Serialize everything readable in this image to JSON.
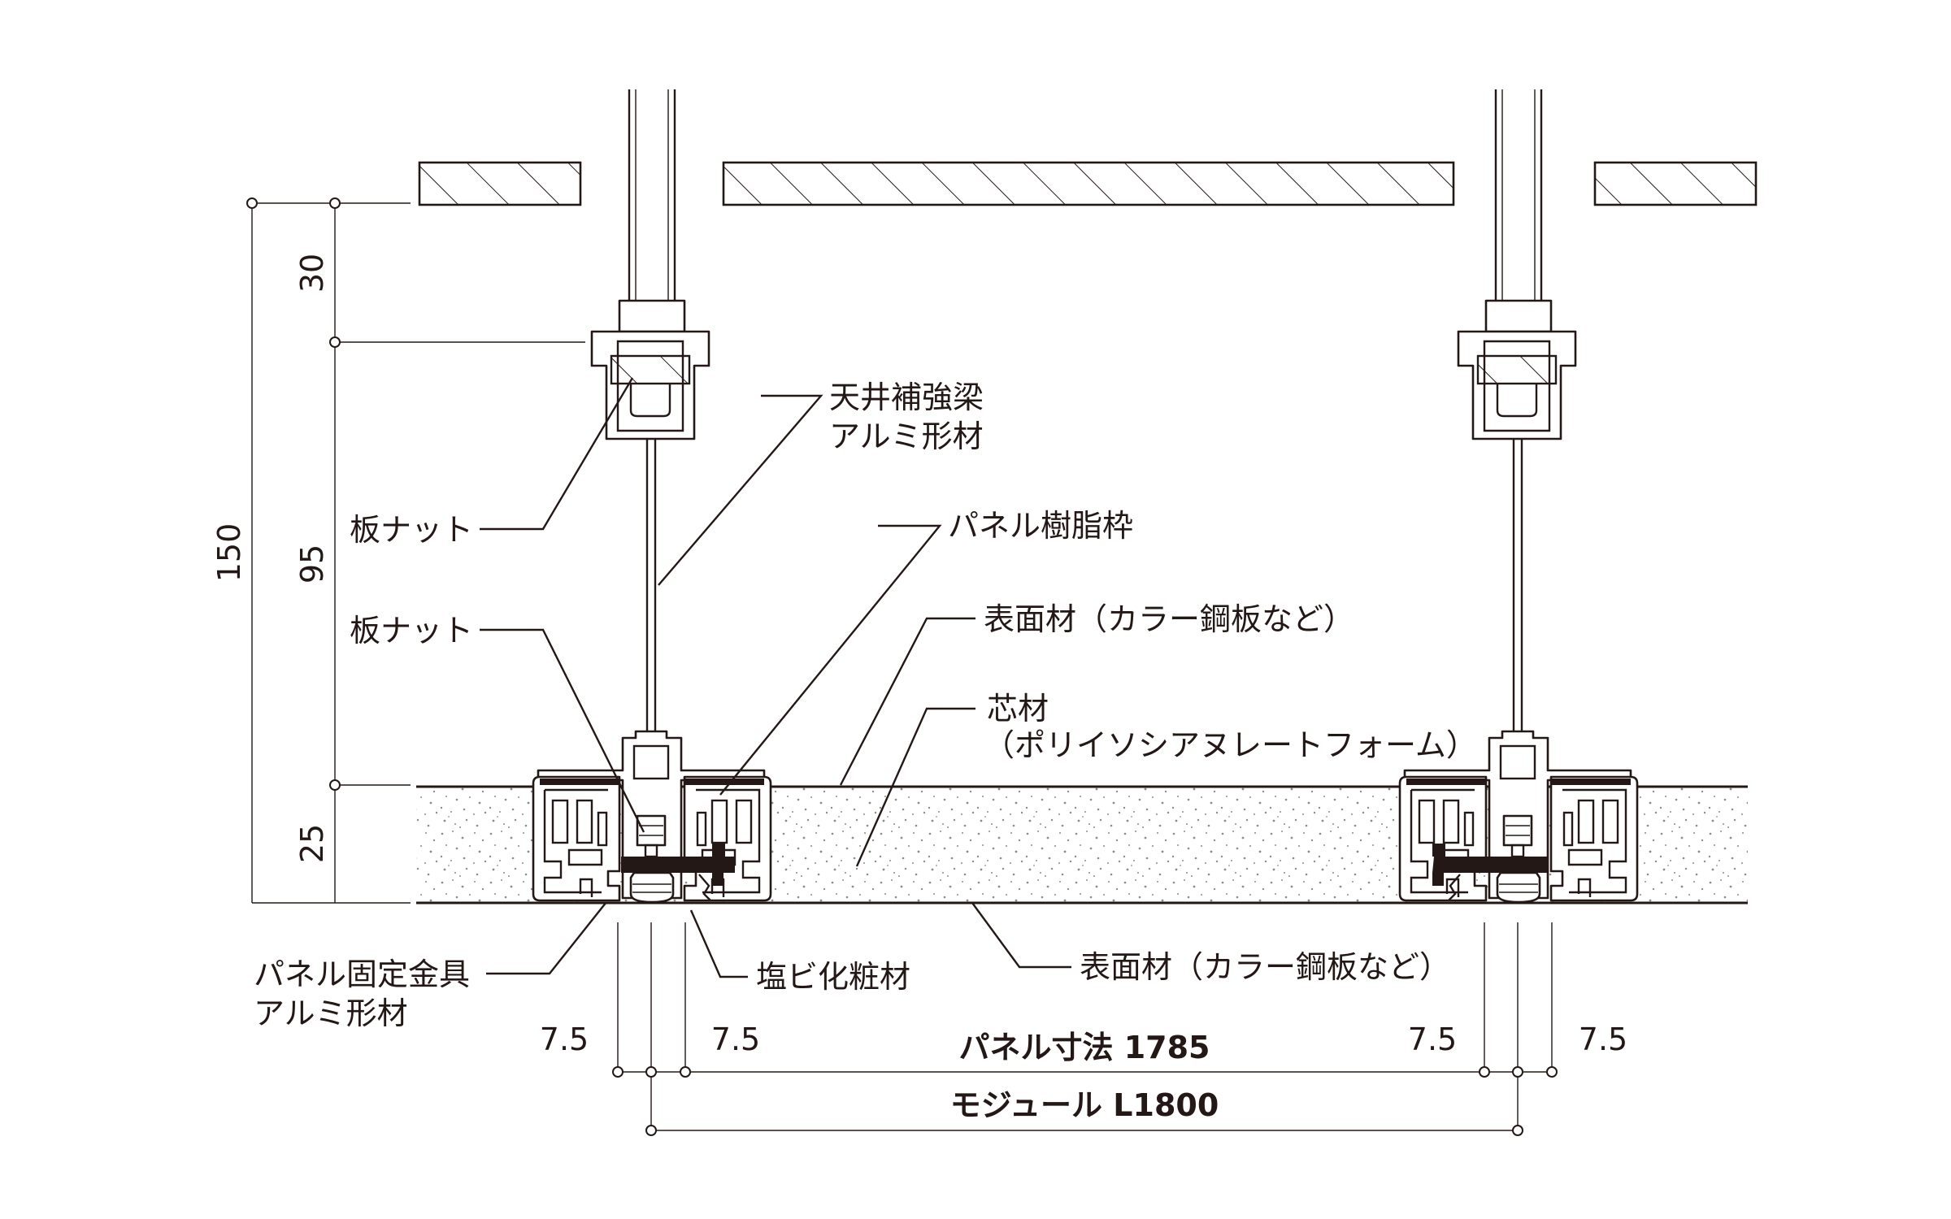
{
  "labels": {
    "beam_line1": "天井補強梁",
    "beam_line2": "アルミ形材",
    "plate_nut_upper": "板ナット",
    "plate_nut_lower": "板ナット",
    "resin_frame": "パネル樹脂枠",
    "surface_top": "表面材（カラー鋼板など）",
    "core_line1": "芯材",
    "core_line2": "（ポリイソシアヌレートフォーム）",
    "fixing_line1": "パネル固定金具",
    "fixing_line2": "アルミ形材",
    "pvc_trim": "塩ビ化粧材",
    "surface_bottom": "表面材（カラー鋼板など）"
  },
  "dimensions": {
    "total": "150",
    "top": "30",
    "middle": "95",
    "bottom": "25",
    "gap_left_outer": "7.5",
    "gap_left_inner": "7.5",
    "gap_right_inner": "7.5",
    "gap_right_outer": "7.5",
    "panel_size": "パネル寸法 1785",
    "module": "モジュール L1800"
  },
  "colors": {
    "line": "#231815",
    "foam_speckle": "#9a9a9a",
    "pvc_trim": "#231815",
    "background": "#ffffff"
  }
}
